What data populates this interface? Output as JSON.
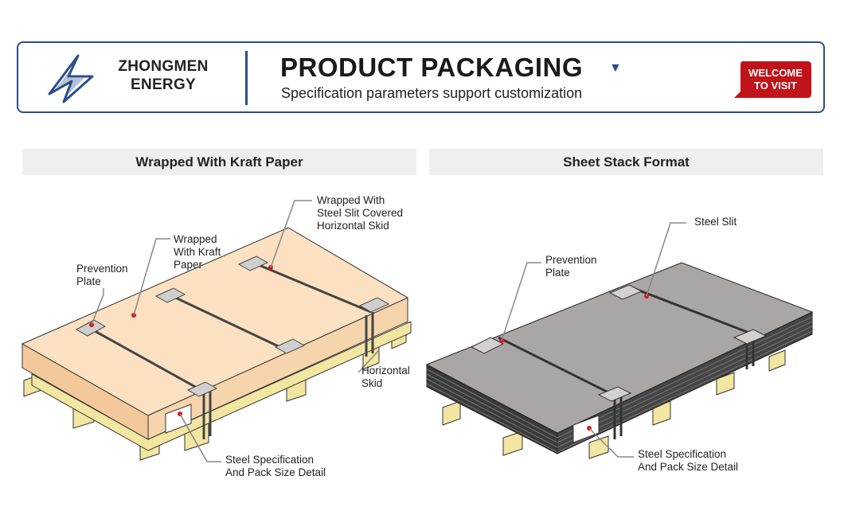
{
  "header": {
    "brand_line1": "ZHONGMEN",
    "brand_line2": "ENERGY",
    "title": "PRODUCT PACKAGING",
    "title_caret": "▼",
    "subtitle": "Specification parameters support customization",
    "visit_line1": "WELCOME",
    "visit_line2": "TO VISIT",
    "brand_color": "#2c4d8a",
    "button_color": "#c0131a"
  },
  "panels": [
    {
      "title": "Wrapped With Kraft Paper",
      "labels": {
        "skid_cover": [
          "Wrapped With",
          "Steel Slit Covered",
          "Horizontal Skid"
        ],
        "kraft": [
          "Wrapped",
          "With Kraft",
          "Paper"
        ],
        "prevention": [
          "Prevention",
          "Plate"
        ],
        "horizontal_skid": [
          "Horizontal",
          "Skid"
        ],
        "spec": [
          "Steel Specification",
          "And Pack Size Detail"
        ]
      }
    },
    {
      "title": "Sheet Stack Format",
      "labels": {
        "prevention": [
          "Prevention",
          "Plate"
        ],
        "steel_slit": [
          "Steel Slit"
        ],
        "spec": [
          "Steel Specification",
          "And Pack Size Detail"
        ]
      }
    }
  ],
  "colors": {
    "kraft_top": "#fbe0c2",
    "kraft_side": "#f3c99b",
    "skid_wood": "#f2e6a2",
    "stack_top": "#aaa6a6",
    "stack_layers": "#3a3a3a",
    "band": "#4a4a4a",
    "marker": "#e0141b"
  }
}
